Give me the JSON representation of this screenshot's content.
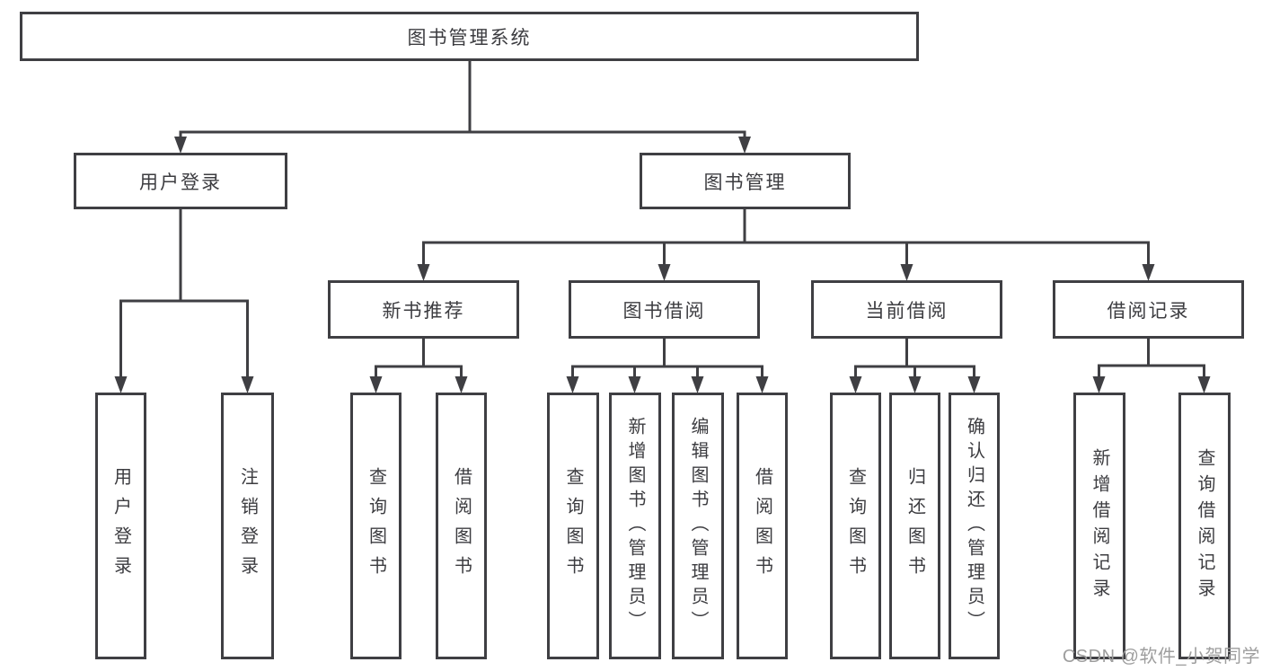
{
  "diagram": {
    "type": "hierarchy-tree",
    "title": "图书管理系统",
    "line_color": "#3f3f43",
    "box_background": "#ffffff",
    "text_color": "#3c3c40",
    "root": {
      "label": "图书管理系统"
    },
    "level2": [
      {
        "label": "用户登录"
      },
      {
        "label": "图书管理"
      }
    ],
    "level3": [
      {
        "label": "新书推荐",
        "parent": "图书管理"
      },
      {
        "label": "图书借阅",
        "parent": "图书管理"
      },
      {
        "label": "当前借阅",
        "parent": "图书管理"
      },
      {
        "label": "借阅记录",
        "parent": "图书管理"
      }
    ],
    "leaves": [
      {
        "label": "用户登录",
        "parent": "用户登录"
      },
      {
        "label": "注销登录",
        "parent": "用户登录"
      },
      {
        "label": "查询图书",
        "parent": "新书推荐"
      },
      {
        "label": "借阅图书",
        "parent": "新书推荐"
      },
      {
        "label": "查询图书",
        "parent": "图书借阅"
      },
      {
        "label": "新增图书（管理员）",
        "parent": "图书借阅"
      },
      {
        "label": "编辑图书（管理员）",
        "parent": "图书借阅"
      },
      {
        "label": "借阅图书",
        "parent": "图书借阅"
      },
      {
        "label": "查询图书",
        "parent": "当前借阅"
      },
      {
        "label": "归还图书",
        "parent": "当前借阅"
      },
      {
        "label": "确认归还（管理员）",
        "parent": "当前借阅"
      },
      {
        "label": "新增借阅记录",
        "parent": "借阅记录"
      },
      {
        "label": "查询借阅记录",
        "parent": "借阅记录"
      }
    ]
  },
  "watermark": {
    "text": "CSDN @软件_小贺同学",
    "color": "#9e9e9e"
  }
}
